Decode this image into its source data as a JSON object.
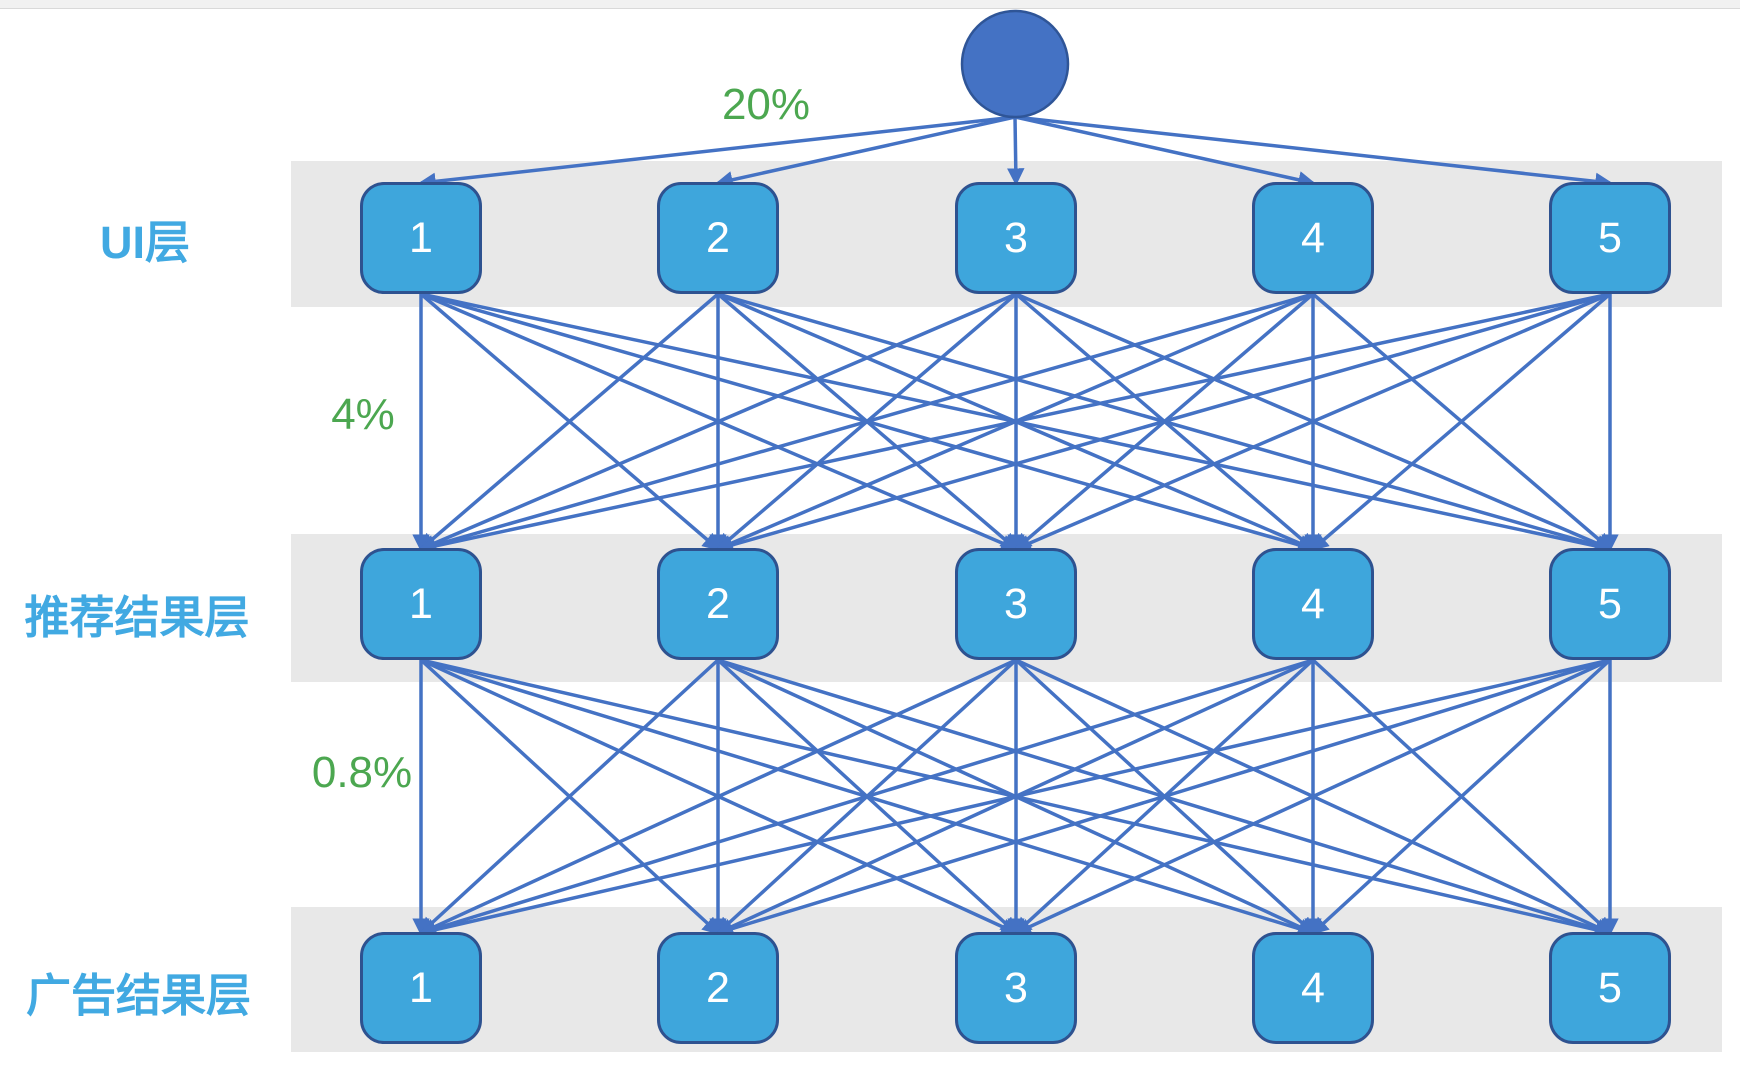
{
  "layers": [
    {
      "label": "UI层",
      "nodes": [
        "1",
        "2",
        "3",
        "4",
        "5"
      ]
    },
    {
      "label": "推荐结果层",
      "nodes": [
        "1",
        "2",
        "3",
        "4",
        "5"
      ]
    },
    {
      "label": "广告结果层",
      "nodes": [
        "1",
        "2",
        "3",
        "4",
        "5"
      ]
    }
  ],
  "conversion_rates": [
    "20%",
    "4%",
    "0.8%"
  ],
  "colors": {
    "edge_blue": "#4472c4",
    "circle_fill": "#4472c4",
    "circle_border": "#2f5597",
    "node_fill": "#3ea6dc",
    "node_border": "#2e5290",
    "node_text": "#ffffff",
    "layer_label_blue": "#41a9e2",
    "rate_green": "#4ca750",
    "band_gray": "#e8e8e8",
    "top_strip_gray": "#f1f1f1"
  }
}
